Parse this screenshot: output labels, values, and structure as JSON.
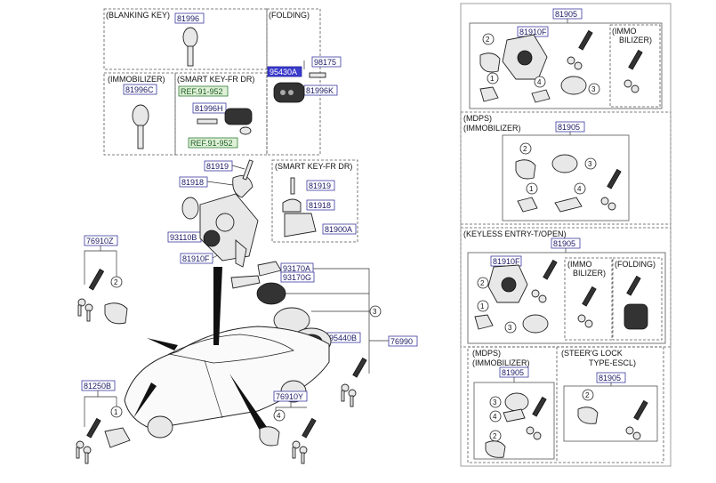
{
  "section_labels": {
    "blanking_key": "(BLANKING KEY)",
    "folding": "(FOLDING)",
    "immobilizer": "(IMMOBILIZER)",
    "smart_key_fr_dr": "(SMART KEY-FR DR)",
    "smart_key_fr_dr_2": "(SMART KEY-FR DR)",
    "immo_bilizer_1": "(IMMO",
    "immo_bilizer_2": "BILIZER)",
    "mdps_1": "(MDPS)",
    "immobilizer_2": "(IMMOBILIZER)",
    "keyless": "(KEYLESS ENTRY-T/OPEN)",
    "immo2_1": "(IMMO",
    "immo2_2": "BILIZER)",
    "folding_2": "(FOLDING)",
    "mdps_2": "(MDPS)",
    "immobilizer_3": "(IMMOBILIZER)",
    "steer_1": "(STEER'G LOCK",
    "steer_2": "TYPE-ESCL)"
  },
  "part_numbers": {
    "p81996": "81996",
    "p98175": "98175",
    "p95430A": "95430A",
    "p81996K": "81996K",
    "p81996C": "81996C",
    "ref1": "REF.91-952",
    "p81996H": "81996H",
    "ref2": "REF.91-952",
    "p81919a": "81919",
    "p81918a": "81918",
    "p93110B": "93110B",
    "p81910Fa": "81910F",
    "p81919b": "81919",
    "p81918b": "81918",
    "p81900A": "81900A",
    "p76910Z": "76910Z",
    "p93170A": "93170A",
    "p93170G": "93170G",
    "p95440B": "95440B",
    "p76990": "76990",
    "p81250B": "81250B",
    "p76910Y": "76910Y",
    "r81905a": "81905",
    "r81910Fb": "81910F",
    "r81905b": "81905",
    "r81905c": "81905",
    "r81910Fc": "81910F",
    "r81905d": "81905",
    "r81905e": "81905"
  },
  "callouts": [
    "1",
    "2",
    "3",
    "4"
  ],
  "colors": {
    "highlight": "#3b3bcc",
    "ref_fill": "#dff0d8",
    "label_border": "#3a3aa0"
  }
}
